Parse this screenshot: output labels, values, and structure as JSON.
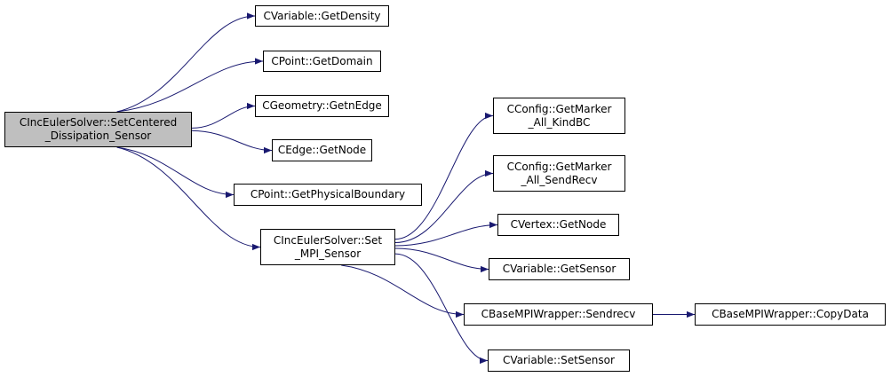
{
  "colors": {
    "edge": "#191970",
    "root_fill": "#bfbfbf",
    "node_fill": "#ffffff",
    "node_border": "#000000"
  },
  "nodes": {
    "root": {
      "line1": "CIncEulerSolver::SetCentered",
      "line2": "_Dissipation_Sensor"
    },
    "get_density": {
      "label": "CVariable::GetDensity"
    },
    "get_domain": {
      "label": "CPoint::GetDomain"
    },
    "getn_edge": {
      "label": "CGeometry::GetnEdge"
    },
    "edge_get_node": {
      "label": "CEdge::GetNode"
    },
    "get_physical_boundary": {
      "label": "CPoint::GetPhysicalBoundary"
    },
    "set_mpi_sensor": {
      "line1": "CIncEulerSolver::Set",
      "line2": "_MPI_Sensor"
    },
    "get_marker_kindbc": {
      "line1": "CConfig::GetMarker",
      "line2": "_All_KindBC"
    },
    "get_marker_sendrecv": {
      "line1": "CConfig::GetMarker",
      "line2": "_All_SendRecv"
    },
    "vertex_get_node": {
      "label": "CVertex::GetNode"
    },
    "get_sensor": {
      "label": "CVariable::GetSensor"
    },
    "sendrecv": {
      "label": "CBaseMPIWrapper::Sendrecv"
    },
    "copy_data": {
      "label": "CBaseMPIWrapper::CopyData"
    },
    "set_sensor": {
      "label": "CVariable::SetSensor"
    }
  },
  "edges": [
    {
      "from": "root",
      "to": "get_density"
    },
    {
      "from": "root",
      "to": "get_domain"
    },
    {
      "from": "root",
      "to": "getn_edge"
    },
    {
      "from": "root",
      "to": "edge_get_node"
    },
    {
      "from": "root",
      "to": "get_physical_boundary"
    },
    {
      "from": "root",
      "to": "set_mpi_sensor"
    },
    {
      "from": "set_mpi_sensor",
      "to": "get_marker_kindbc"
    },
    {
      "from": "set_mpi_sensor",
      "to": "get_marker_sendrecv"
    },
    {
      "from": "set_mpi_sensor",
      "to": "vertex_get_node"
    },
    {
      "from": "set_mpi_sensor",
      "to": "get_sensor"
    },
    {
      "from": "set_mpi_sensor",
      "to": "sendrecv"
    },
    {
      "from": "set_mpi_sensor",
      "to": "set_sensor"
    },
    {
      "from": "sendrecv",
      "to": "copy_data"
    }
  ]
}
